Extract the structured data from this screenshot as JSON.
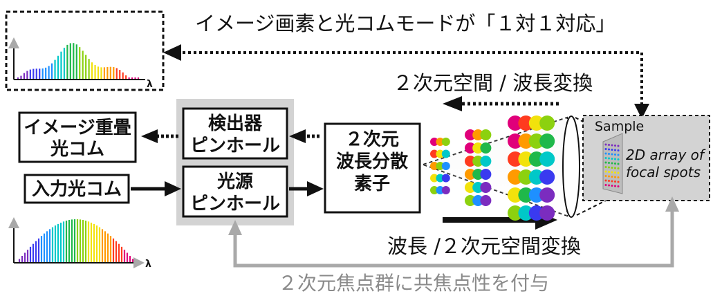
{
  "diagram": {
    "top_caption": "イメージ画素と光コムモードが「１対１対応」",
    "transform_upper": "２次元空間 / 波長変換",
    "transform_lower": "波長 /２次元空間変換",
    "bottom_caption": "２次元焦点群に共焦点性を付与",
    "box_image_comb_line1": "イメージ重畳",
    "box_image_comb_line2": "光コム",
    "box_input_comb": "入力光コム",
    "box_detector_line1": "検出器",
    "box_detector_line2": "ピンホール",
    "box_source_line1": "光源",
    "box_source_line2": "ピンホール",
    "box_disperser_line1": "２次元",
    "box_disperser_line2": "波長分散",
    "box_disperser_line3": "素子",
    "sample_label": "Sample",
    "focal_line1": "2D array of",
    "focal_line2": "focal spots",
    "lambda_symbol": "λ"
  },
  "colors": {
    "gray_panel": "#d3d3d3",
    "gray_arrow": "#a9a9a9",
    "black": "#111111",
    "spectrum": [
      "#7b2cbf",
      "#3a3af0",
      "#1e90ff",
      "#00c8c8",
      "#1fb84a",
      "#8cd10f",
      "#f2e20c",
      "#ff9a00",
      "#ff3b1f",
      "#e0007a"
    ]
  }
}
